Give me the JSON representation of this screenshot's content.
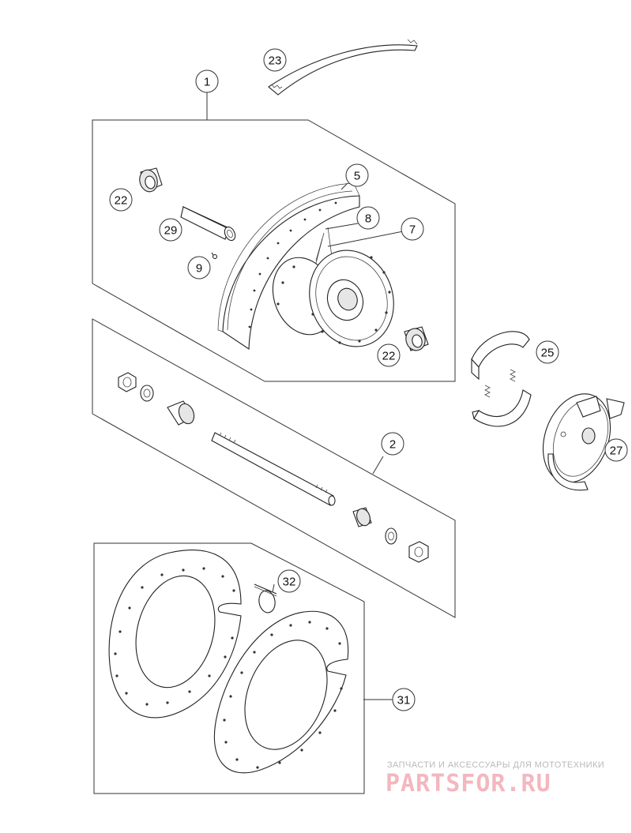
{
  "callouts": [
    {
      "id": "c1",
      "num": "1"
    },
    {
      "id": "c2",
      "num": "2"
    },
    {
      "id": "c5",
      "num": "5"
    },
    {
      "id": "c7",
      "num": "7"
    },
    {
      "id": "c8",
      "num": "8"
    },
    {
      "id": "c9",
      "num": "9"
    },
    {
      "id": "c22a",
      "num": "22"
    },
    {
      "id": "c22b",
      "num": "22"
    },
    {
      "id": "c23",
      "num": "23"
    },
    {
      "id": "c25",
      "num": "25"
    },
    {
      "id": "c27",
      "num": "27"
    },
    {
      "id": "c29",
      "num": "29"
    },
    {
      "id": "c31",
      "num": "31"
    },
    {
      "id": "c32",
      "num": "32"
    }
  ],
  "watermark": {
    "line1": "ЗАПЧАСТИ И АКСЕССУАРЫ ДЛЯ МОТОТЕХНИКИ",
    "logo": "PARTSFOR.RU"
  },
  "colors": {
    "line": "#333333",
    "watermark_text": "#b9b9b9",
    "watermark_logo": "#f3b7bf"
  }
}
